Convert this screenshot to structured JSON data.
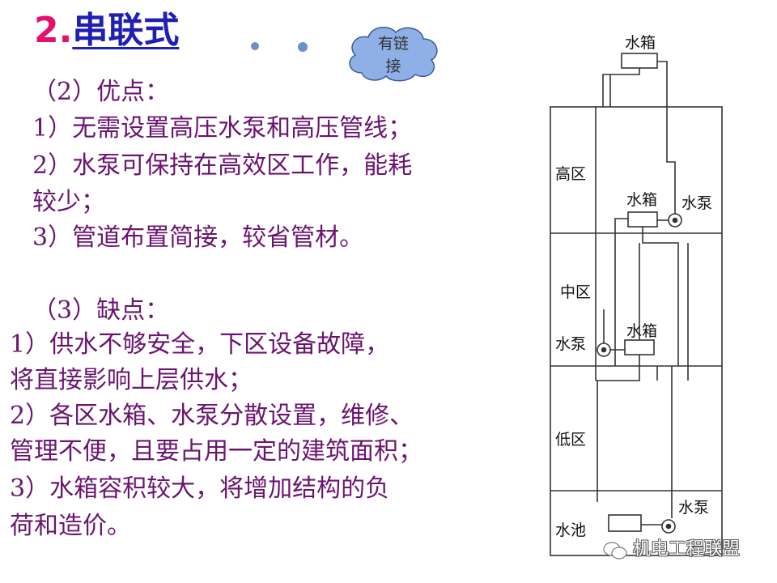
{
  "title": {
    "number": "2.",
    "text": "串联式"
  },
  "cloud": {
    "line1": "有链",
    "line2": "接"
  },
  "advantages": {
    "heading": "（2）优点：",
    "lines": [
      " 1）无需设置高压水泵和高压管线；",
      " 2）水泵可保持在高效区工作，能耗",
      "较少；",
      " 3）管道布置简接，较省管材。"
    ]
  },
  "disadvantages": {
    "heading": "（3）缺点：",
    "lines": [
      " 1）供水不够安全，下区设备故障，",
      "将直接影响上层供水；",
      " 2）各区水箱、水泵分散设置，维修、",
      "管理不便，且要占用一定的建筑面积；",
      " 3）水箱容积较大，将增加结构的负",
      "荷和造价。"
    ]
  },
  "diagram": {
    "top_tank": "水箱",
    "zone_high": "高区",
    "high_tank": "水箱",
    "high_pump": "水泵",
    "zone_mid": "中区",
    "mid_tank": "水箱",
    "mid_pump": "水泵",
    "zone_low": "低区",
    "bottom_pump": "水泵",
    "pool": "水池"
  },
  "watermark": "机电工程联盟",
  "colors": {
    "title_number": "#e3116c",
    "title_text": "#1f1fb4",
    "body_text": "#6b1470",
    "cloud_fill": "#8fb0e6"
  }
}
